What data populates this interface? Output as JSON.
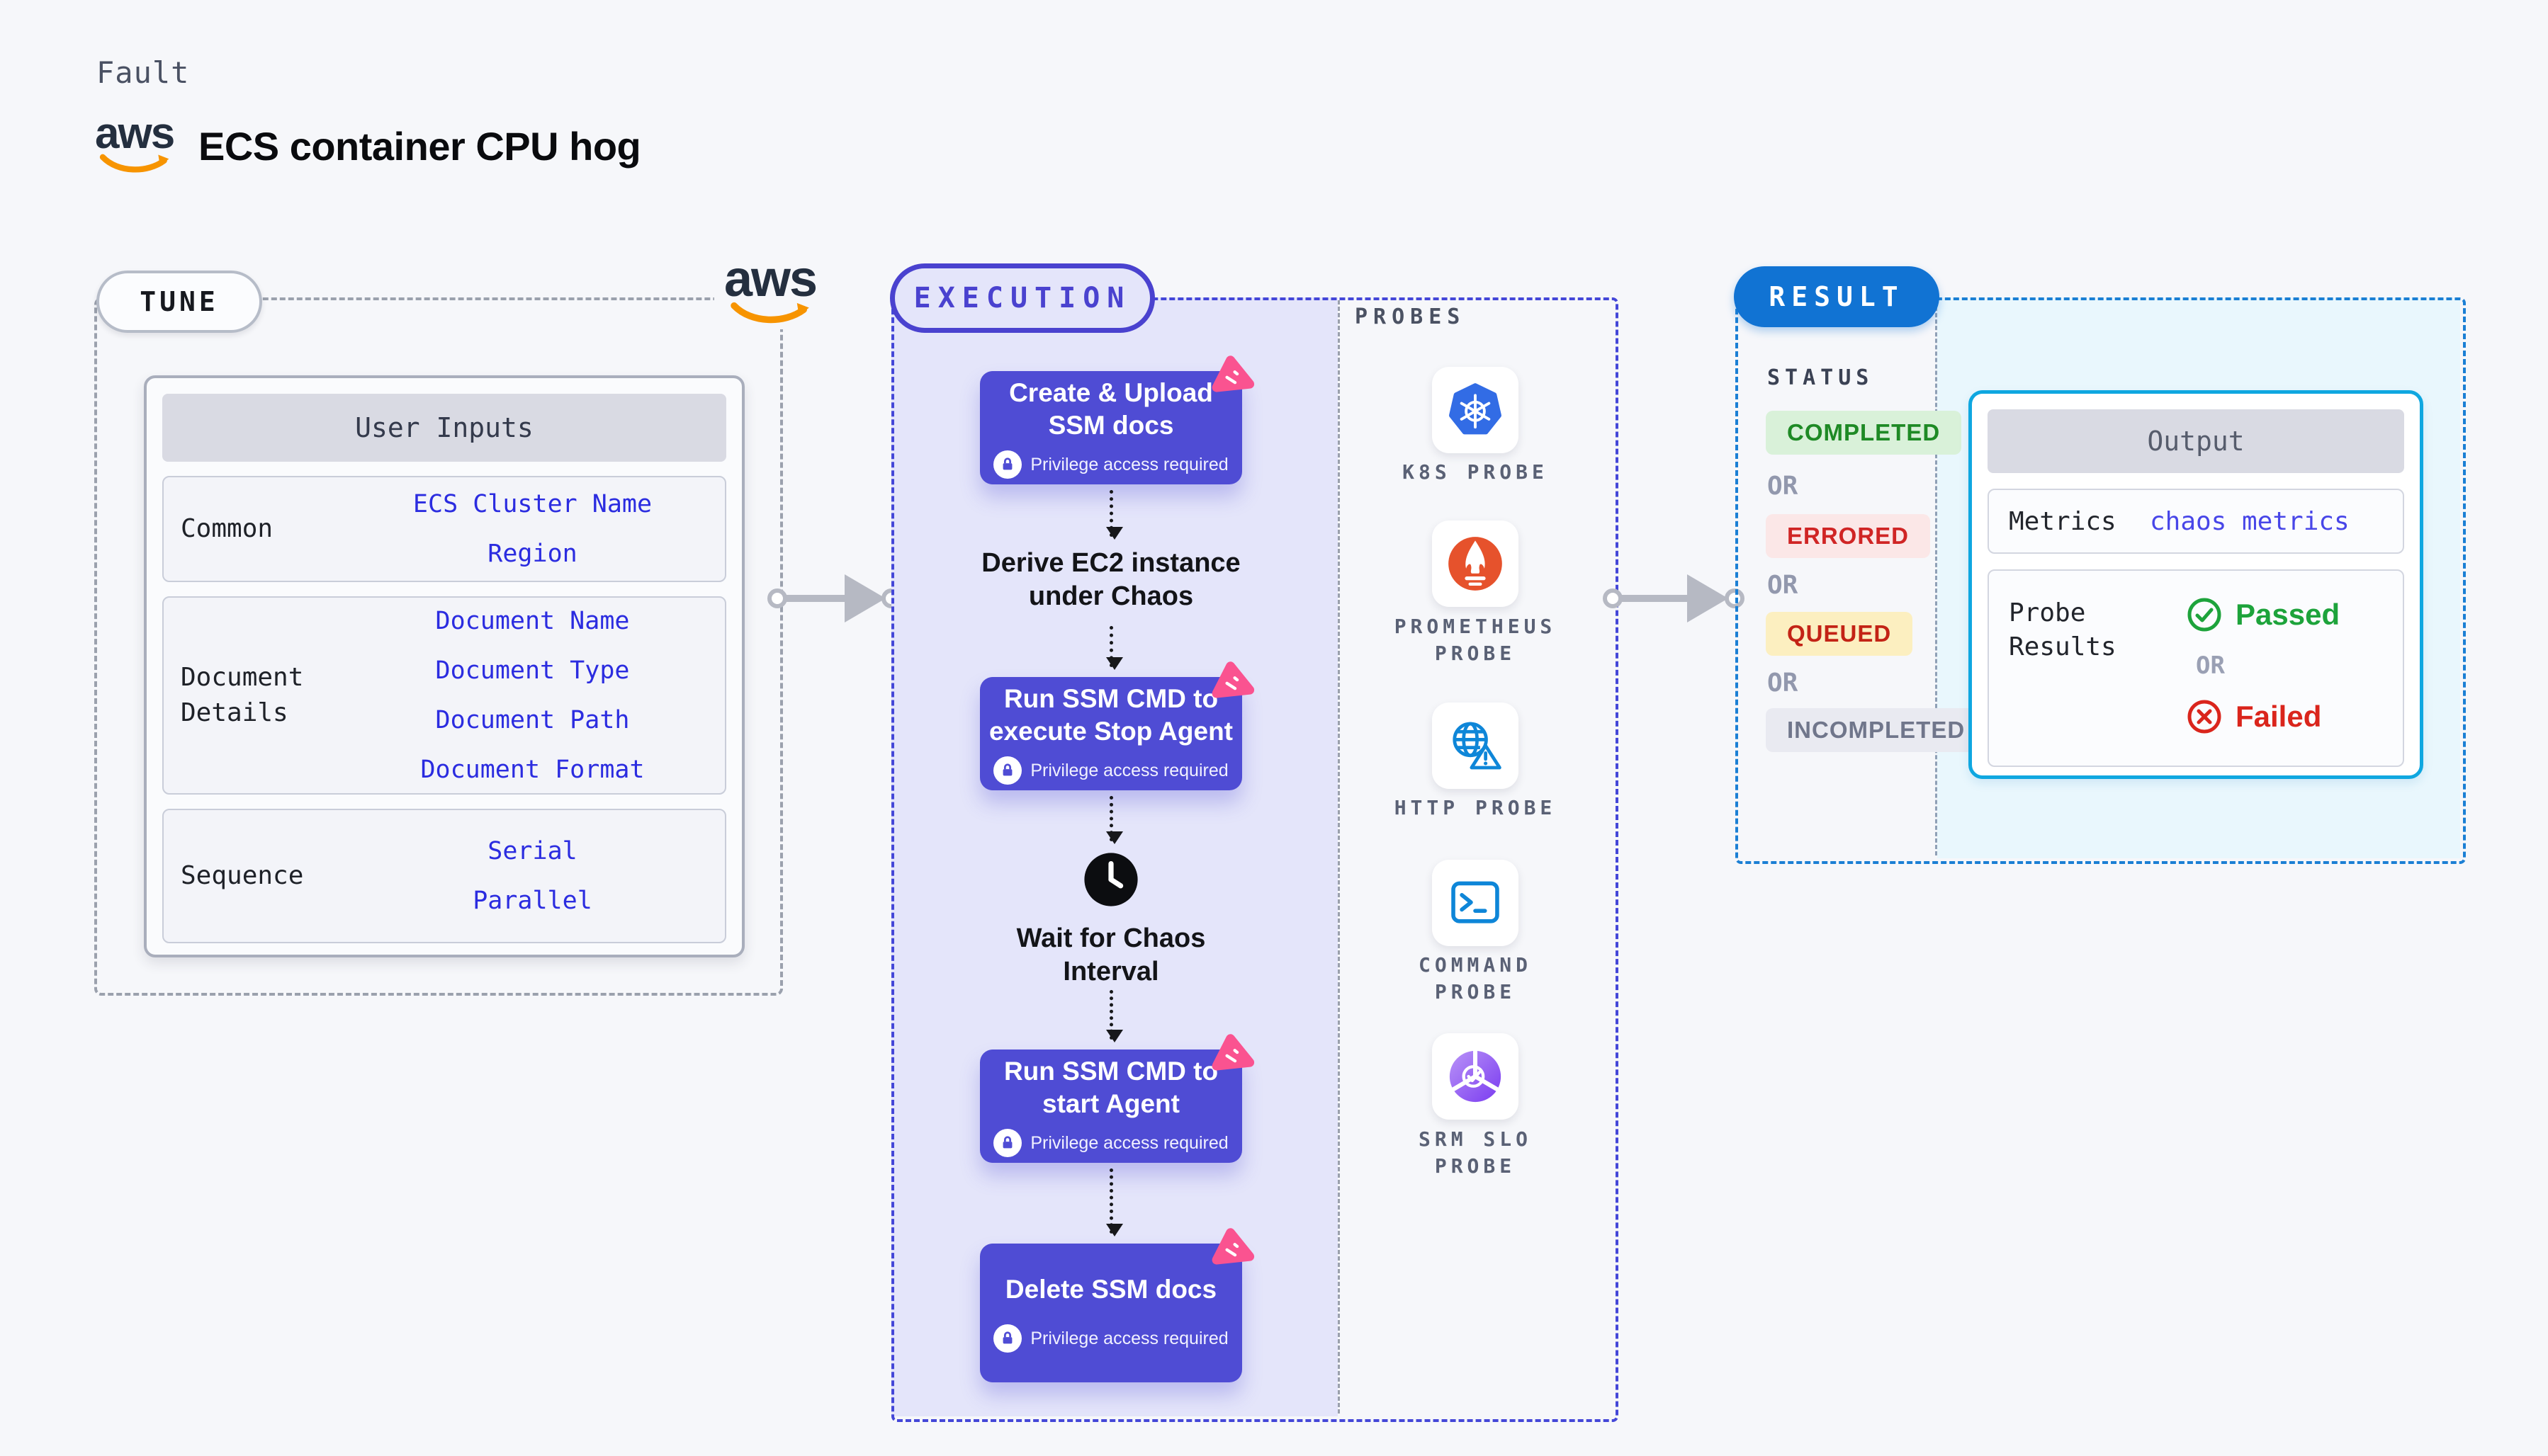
{
  "colors": {
    "page_bg": "#f6f7fa",
    "accent_indigo": "#4447d8",
    "action_box_purple": "#4f4cd4",
    "lavender_panel": "#e4e5fa",
    "pink_badge": "#fa5390",
    "result_pill_blue": "#1173d3",
    "result_dash_blue": "#1b7fd4",
    "output_border_cyan": "#0fa7e0",
    "output_panel_bg": "#e9f7fd",
    "value_link_blue": "#2b2ce0",
    "status_completed_fg": "#1e8a25",
    "status_completed_bg": "#d9f1d9",
    "status_errored_fg": "#d02525",
    "status_errored_bg": "#fbe7e7",
    "status_queued_fg": "#c32315",
    "status_queued_bg": "#fcefc0",
    "status_incompleted_fg": "#70768b",
    "status_incompleted_bg": "#e9eaf1",
    "passed_green": "#1da33b",
    "failed_red": "#da251c",
    "k8s_blue": "#326ce5",
    "prometheus_orange": "#e6522c",
    "http_command_blue": "#0e86d8",
    "srm_purple_gradient": "#b993f7-#7a3bf0",
    "aws_orange": "#f79400",
    "connector_gray": "#b6b9c3"
  },
  "header": {
    "eyebrow": "Fault",
    "aws_word": "aws",
    "title": "ECS container CPU hog"
  },
  "tune": {
    "pill": "TUNE",
    "user_inputs": {
      "header": "User Inputs",
      "rows": [
        {
          "label": "Common",
          "values": [
            "ECS Cluster Name",
            "Region"
          ]
        },
        {
          "label": "Document\nDetails",
          "values": [
            "Document Name",
            "Document Type",
            "Document Path",
            "Document Format"
          ]
        },
        {
          "label": "Sequence",
          "values": [
            "Serial",
            "Parallel"
          ]
        }
      ]
    }
  },
  "execution": {
    "pill": "EXECUTION",
    "privilege_label": "Privilege access required",
    "steps": [
      {
        "type": "action",
        "label": "Create & Upload\nSSM docs"
      },
      {
        "type": "text",
        "label": "Derive EC2 instance\nunder Chaos"
      },
      {
        "type": "action",
        "label": "Run SSM CMD to\nexecute Stop Agent"
      },
      {
        "type": "wait",
        "label": "Wait for Chaos\nInterval"
      },
      {
        "type": "action",
        "label": "Run SSM CMD to\nstart Agent"
      },
      {
        "type": "action",
        "label": "Delete SSM docs"
      }
    ],
    "probes": {
      "heading": "PROBES",
      "items": [
        {
          "name": "k8s-probe",
          "label": "K8S PROBE"
        },
        {
          "name": "prometheus-probe",
          "label": "PROMETHEUS\nPROBE"
        },
        {
          "name": "http-probe",
          "label": "HTTP PROBE"
        },
        {
          "name": "command-probe",
          "label": "COMMAND\nPROBE"
        },
        {
          "name": "srm-slo-probe",
          "label": "SRM SLO\nPROBE"
        }
      ]
    }
  },
  "result": {
    "pill": "RESULT",
    "status_heading": "STATUS",
    "or_label": "OR",
    "statuses": [
      {
        "label": "COMPLETED"
      },
      {
        "label": "ERRORED"
      },
      {
        "label": "QUEUED"
      },
      {
        "label": "INCOMPLETED"
      }
    ],
    "output": {
      "header": "Output",
      "metrics_label": "Metrics",
      "metrics_value": "chaos metrics",
      "probe_results_label": "Probe\nResults",
      "passed_label": "Passed",
      "or_label": "OR",
      "failed_label": "Failed"
    }
  }
}
